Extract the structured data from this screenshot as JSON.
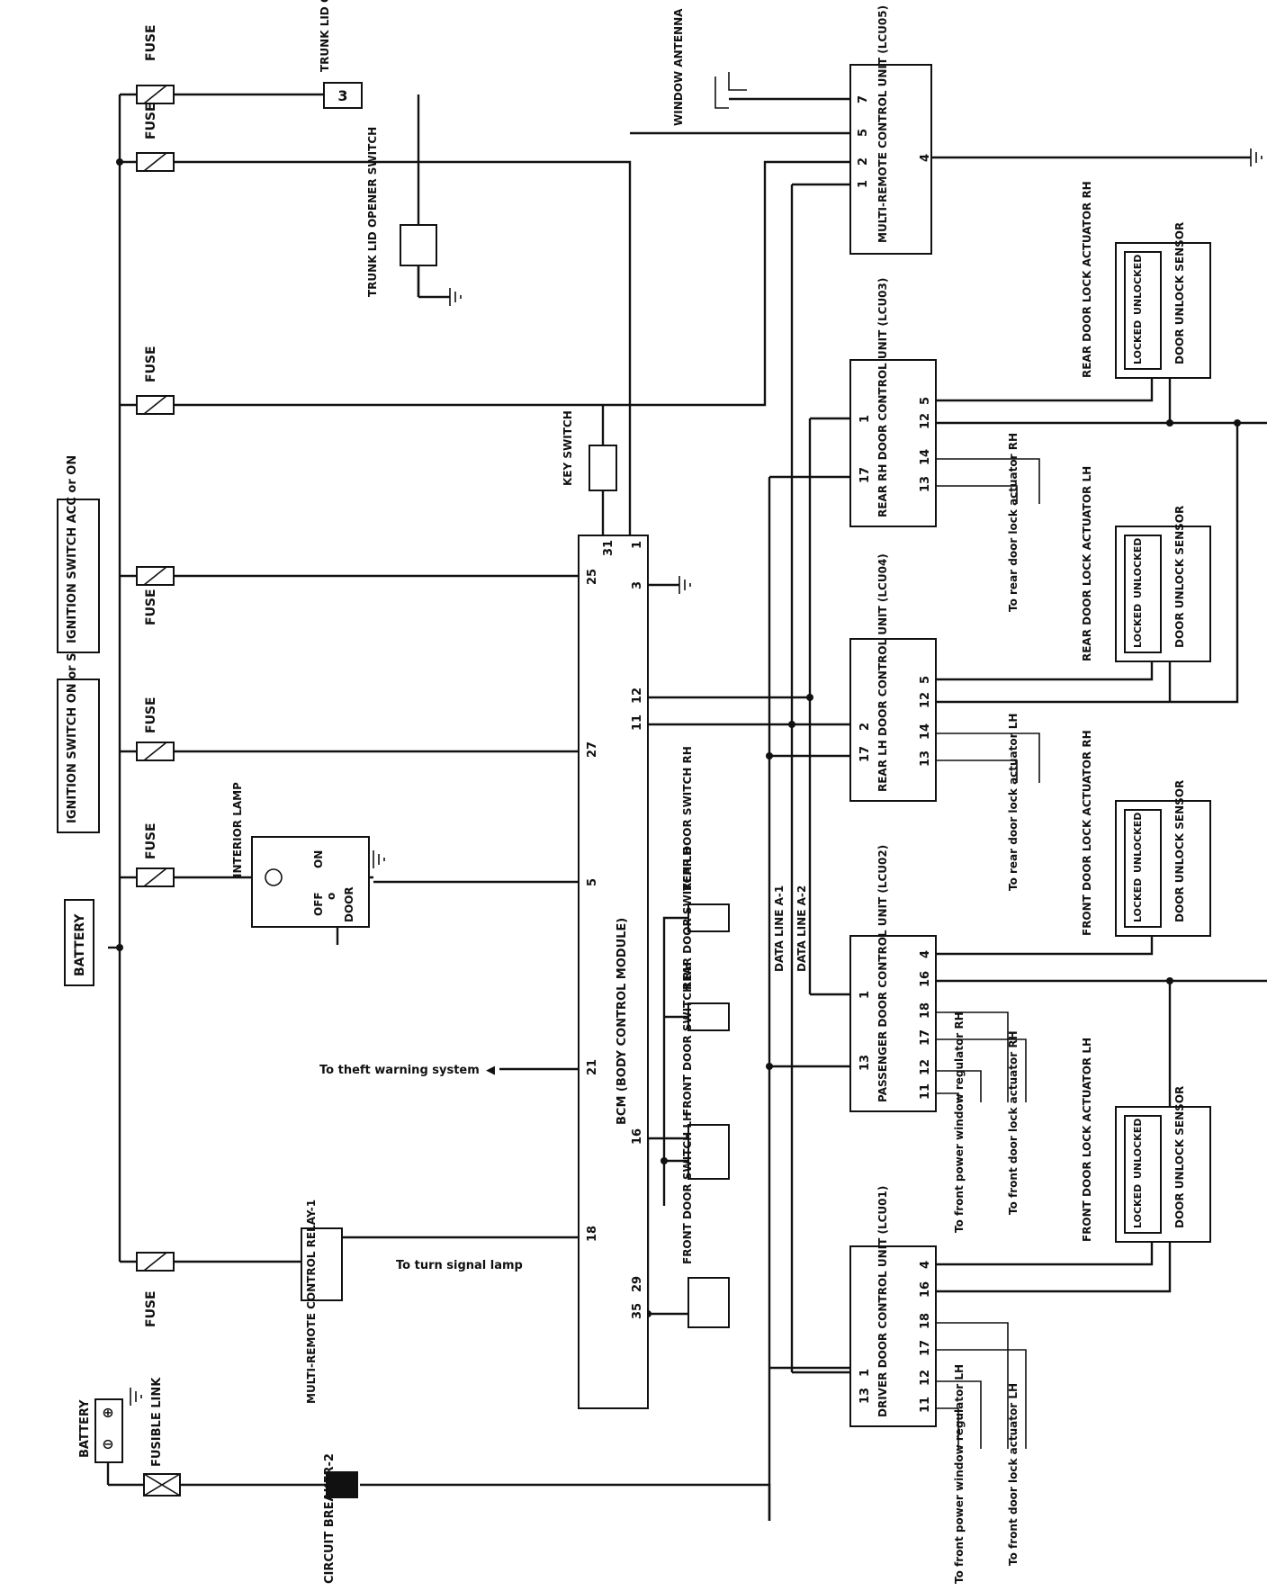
{
  "diagram": {
    "power": {
      "battery_top": "BATTERY",
      "battery_main": "BATTERY",
      "fusible_link": "FUSIBLE LINK",
      "circuit_breaker": "CIRCUIT BREAKER-2",
      "fuse": "FUSE",
      "ign_acc_on": "IGNITION SWITCH ACC or ON",
      "ign_on_start": "IGNITION SWITCH ON or START"
    },
    "trunk": {
      "actuator": "TRUNK LID OPENER ACTUATOR",
      "switch": "TRUNK LID OPENER SWITCH"
    },
    "antenna": "WINDOW ANTENNA",
    "mrcu": {
      "title": "MULTI-REMOTE CONTROL UNIT (LCU05)",
      "pins": [
        "7",
        "5",
        "2",
        "1",
        "4"
      ]
    },
    "key_switch": "KEY SWITCH",
    "interior_lamp": {
      "label": "INTERIOR LAMP",
      "on": "ON",
      "off": "OFF",
      "o": "o",
      "door": "DOOR"
    },
    "relay": {
      "label": "MULTI-REMOTE CONTROL RELAY-1",
      "to": "To turn signal lamp"
    },
    "bcm": {
      "title": "BCM (BODY CONTROL MODULE)",
      "pins": [
        "25",
        "31",
        "1",
        "3",
        "12",
        "11",
        "27",
        "5",
        "21",
        "16",
        "18",
        "29",
        "35"
      ]
    },
    "theft": "To theft warning system",
    "door_switches": [
      "REAR DOOR SWITCH RH",
      "REAR DOOR SWITCH LH",
      "FRONT DOOR SWITCH RH",
      "FRONT DOOR SWITCH LH"
    ],
    "data_lines": [
      "DATA LINE A-1",
      "DATA LINE A-2"
    ],
    "lcu03": {
      "title": "REAR RH DOOR CONTROL UNIT (LCU03)",
      "pins": [
        "1",
        "17",
        "5",
        "12",
        "14",
        "13"
      ],
      "to": "To rear door lock actuator RH"
    },
    "lcu04": {
      "title": "REAR LH DOOR CONTROL UNIT (LCU04)",
      "pins": [
        "2",
        "17",
        "5",
        "12",
        "14",
        "13"
      ],
      "to": "To rear door lock actuator LH"
    },
    "lcu02": {
      "title": "PASSENGER DOOR CONTROL UNIT (LCU02)",
      "pins": [
        "1",
        "13",
        "4",
        "16",
        "18",
        "17",
        "12",
        "11"
      ],
      "to_window": "To front power window regulator RH",
      "to_lock": "To front door lock actuator RH"
    },
    "lcu01": {
      "title": "DRIVER DOOR CONTROL UNIT (LCU01)",
      "pins": [
        "1",
        "13",
        "4",
        "16",
        "18",
        "17",
        "12",
        "11"
      ],
      "to_window": "To front power window regulator LH",
      "to_lock": "To front door lock actuator LH"
    },
    "actuators": [
      {
        "title": "REAR DOOR LOCK ACTUATOR RH",
        "locked": "LOCKED",
        "unlocked": "UNLOCKED",
        "sensor": "DOOR UNLOCK SENSOR"
      },
      {
        "title": "REAR DOOR LOCK ACTUATOR LH",
        "locked": "LOCKED",
        "unlocked": "UNLOCKED",
        "sensor": "DOOR UNLOCK SENSOR"
      },
      {
        "title": "FRONT DOOR LOCK ACTUATOR RH",
        "locked": "LOCKED",
        "unlocked": "UNLOCKED",
        "sensor": "DOOR UNLOCK SENSOR"
      },
      {
        "title": "FRONT DOOR LOCK ACTUATOR LH",
        "locked": "LOCKED",
        "unlocked": "UNLOCKED",
        "sensor": "DOOR UNLOCK SENSOR"
      }
    ]
  }
}
